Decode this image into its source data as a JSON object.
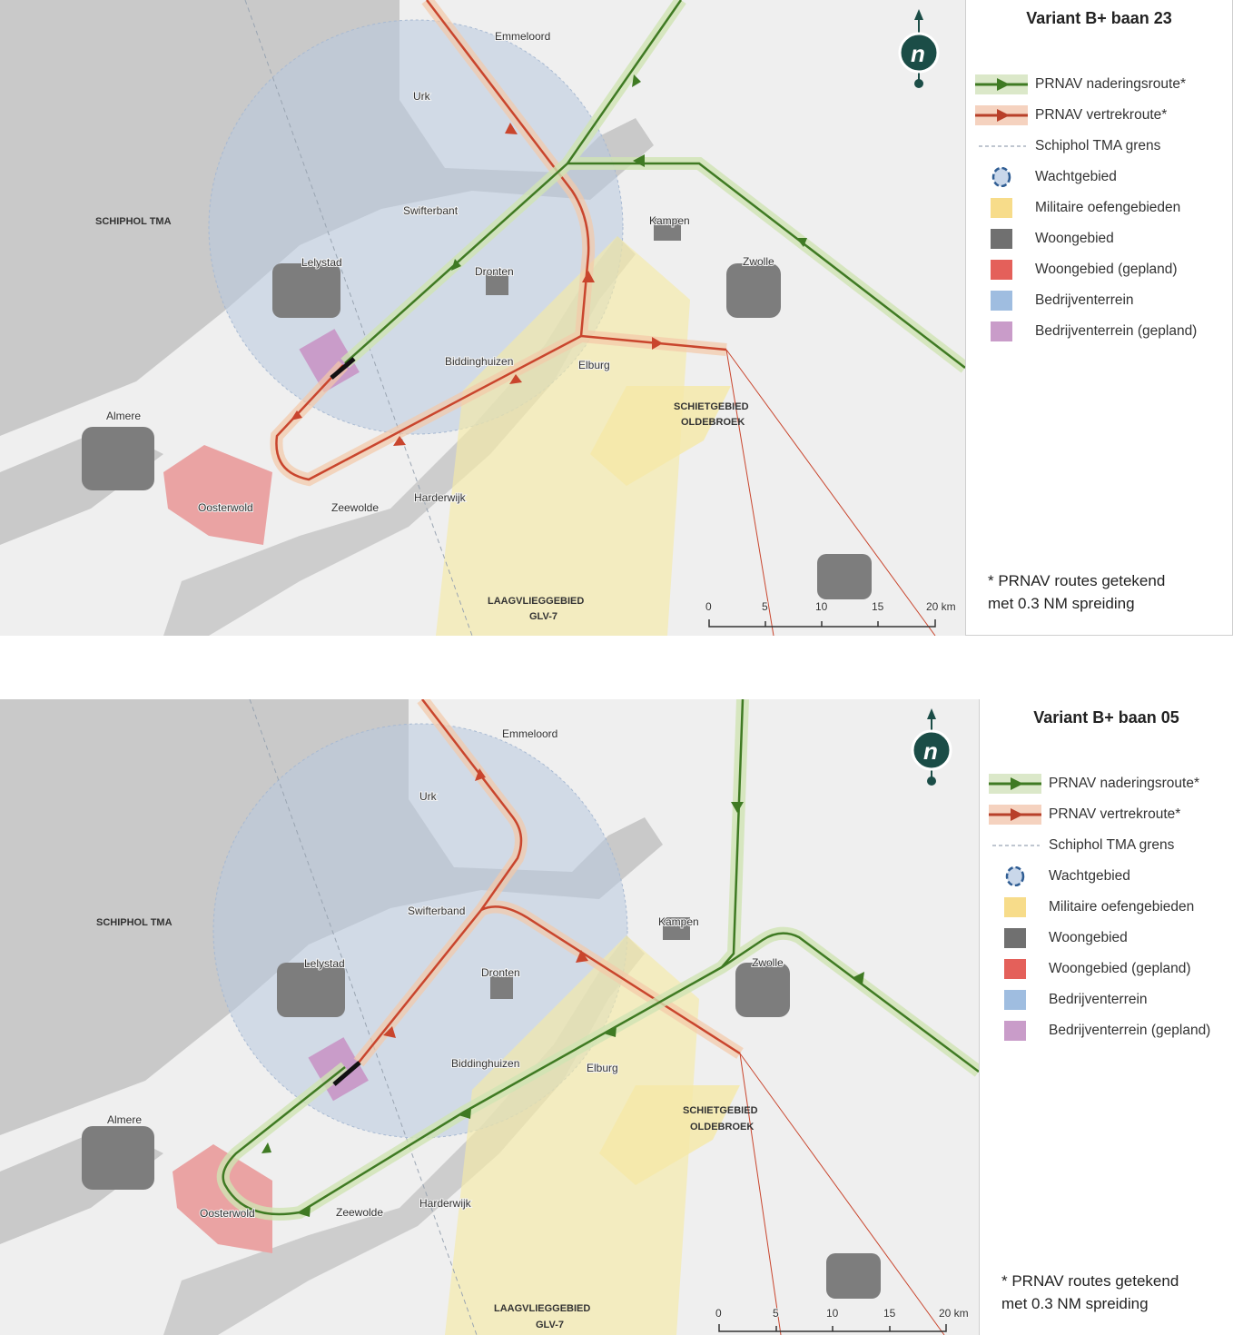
{
  "panels": [
    {
      "title": "Variant B+ baan 23",
      "places": {
        "emmeloord": "Emmeloord",
        "urk": "Urk",
        "swifterbant": "Swifterbant",
        "lelystad": "Lelystad",
        "dronten": "Dronten",
        "kampen": "Kampen",
        "zwolle": "Zwolle",
        "biddinghuizen": "Biddinghuizen",
        "elburg": "Elburg",
        "almere": "Almere",
        "oosterwold": "Oosterwold",
        "zeewolde": "Zeewolde",
        "harderwijk": "Harderwijk"
      },
      "areas": {
        "schiphol_tma": "SCHIPHOL TMA",
        "schietgebied_1": "SCHIETGEBIED",
        "schietgebied_2": "OLDEBROEK",
        "laagvlieg_1": "LAAGVLIEGGEBIED",
        "laagvlieg_2": "GLV-7"
      },
      "scale": {
        "t0": "0",
        "t1": "5",
        "t2": "10",
        "t3": "15",
        "t4": "20 km"
      },
      "note_line1": "* PRNAV routes getekend",
      "note_line2": "met 0.3 NM spreiding"
    },
    {
      "title": "Variant B+ baan 05",
      "places": {
        "emmeloord": "Emmeloord",
        "urk": "Urk",
        "swifterbant": "Swifterband",
        "lelystad": "Lelystad",
        "dronten": "Dronten",
        "kampen": "Kampen",
        "zwolle": "Zwolle",
        "biddinghuizen": "Biddinghuizen",
        "elburg": "Elburg",
        "almere": "Almere",
        "oosterwold": "Oosterwold",
        "zeewolde": "Zeewolde",
        "harderwijk": "Harderwijk"
      },
      "areas": {
        "schiphol_tma": "SCHIPHOL TMA",
        "schietgebied_1": "SCHIETGEBIED",
        "schietgebied_2": "OLDEBROEK",
        "laagvlieg_1": "LAAGVLIEGGEBIED",
        "laagvlieg_2": "GLV-7"
      },
      "scale": {
        "t0": "0",
        "t1": "5",
        "t2": "10",
        "t3": "15",
        "t4": "20 km"
      },
      "note_line1": "* PRNAV routes getekend",
      "note_line2": "met 0.3 NM spreiding"
    }
  ],
  "legend": [
    {
      "label": "PRNAV naderingsroute*",
      "icon": "green-arrow-line-icon",
      "color": "#3f7a23"
    },
    {
      "label": "PRNAV vertrekroute*",
      "icon": "red-arrow-line-icon",
      "color": "#b8402a"
    },
    {
      "label": "Schiphol TMA grens",
      "icon": "dashed-line-icon",
      "color": "#aab4c0"
    },
    {
      "label": "Wachtgebied",
      "icon": "dashed-circle-icon",
      "color": "#2f5d93"
    },
    {
      "label": "Militaire oefengebieden",
      "icon": "swatch-icon",
      "color": "#f7dc8a"
    },
    {
      "label": "Woongebied",
      "icon": "swatch-icon",
      "color": "#707070"
    },
    {
      "label": "Woongebied (gepland)",
      "icon": "swatch-icon",
      "color": "#e4605a"
    },
    {
      "label": "Bedrijventerrein",
      "icon": "swatch-icon",
      "color": "#9fbde0"
    },
    {
      "label": "Bedrijventerrein (gepland)",
      "icon": "swatch-icon",
      "color": "#c99cc9"
    }
  ]
}
